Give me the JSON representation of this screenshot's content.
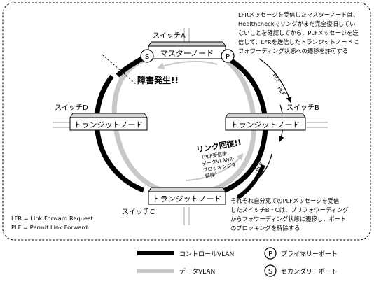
{
  "nodes": {
    "master": {
      "switch_label": "スイッチA",
      "label": "マスターノード"
    },
    "transit_left": {
      "switch_label": "スイッチD",
      "label": "トランジットノード"
    },
    "transit_right": {
      "switch_label": "スイッチB",
      "label": "トランジットノード"
    },
    "transit_bottom": {
      "switch_label": "スイッチC",
      "label": "トランジットノード"
    }
  },
  "ports": {
    "secondary_symbol": "S",
    "primary_symbol": "P"
  },
  "events": {
    "failure": "障害発生!!",
    "recovery_title": "リンク回復!!",
    "recovery_detail": [
      "（PLF受信後、",
      "データVLANの",
      "ブロッキングを",
      "解除）"
    ]
  },
  "frame_labels": {
    "plf_top": "PLF",
    "plf_mid": "PLF",
    "plf_bottom": "PLF"
  },
  "notes": {
    "top_right": [
      "LFRメッセージを受信したマスターノードは、",
      "Healthcheckでリングがまだ完全復旧してい",
      "ないことを確認してから、PLFメッセージを送",
      "信して、LFRを送信したトランジットノードに",
      "フォワーディング状態への遷移を許可する"
    ],
    "bottom_right": [
      "それぞれ自分宛てのPLFメッセージを受信",
      "したスイッチB・Cは、プリフォワーディング",
      "からフォワーディング状態に遷移し、ポート",
      "のブロッキングを解除する"
    ]
  },
  "abbreviations": [
    "LFR = Link Forward Request",
    "PLF = Permit Link Forward"
  ],
  "legend": {
    "control_vlan": "コントロールVLAN",
    "data_vlan": "データVLAN",
    "primary_port_symbol": "P",
    "primary_port": "プライマリーポート",
    "secondary_port_symbol": "S",
    "secondary_port": "セカンダリーポート"
  },
  "colors": {
    "control_vlan": "#000000",
    "data_vlan": "#c8c8c8",
    "node_fill": "#ffffff",
    "node_side": "#d4d4d4"
  }
}
